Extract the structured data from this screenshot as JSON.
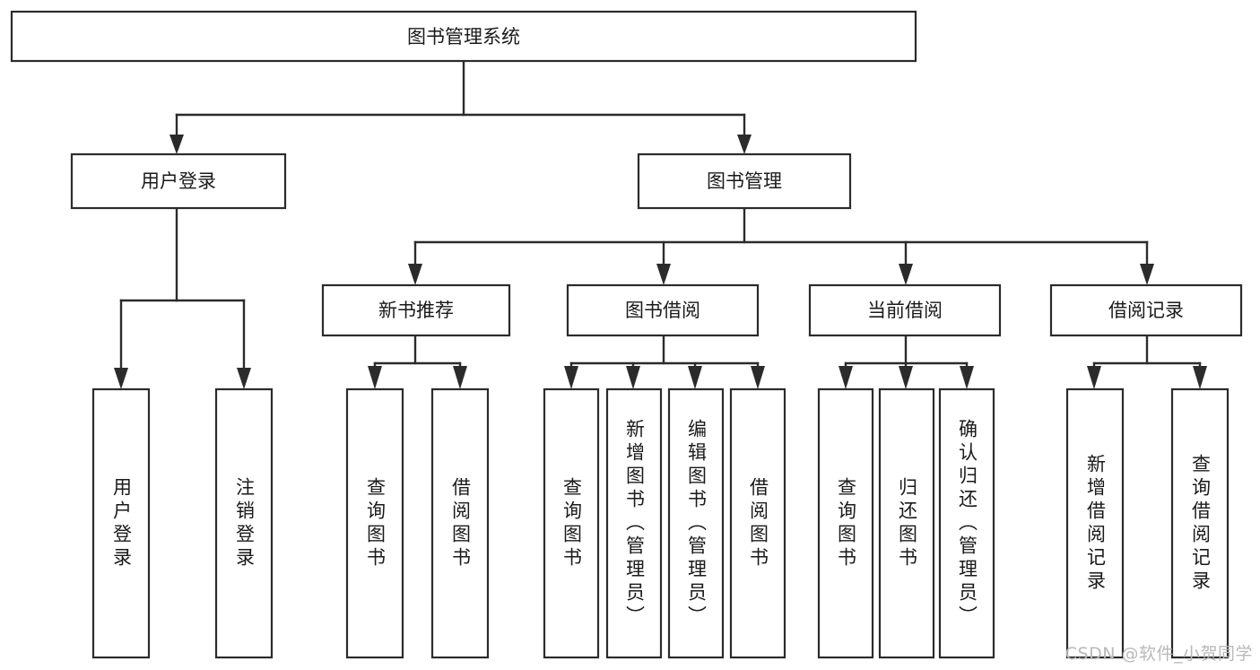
{
  "diagram": {
    "title": "图书管理系统",
    "type": "tree-hierarchy",
    "watermark": "CSDN @软件_小贺同学",
    "colors": {
      "box_stroke": "#2b2b2b",
      "box_fill": "#ffffff",
      "connector": "#2b2b2b",
      "text": "#1a1a1a",
      "watermark": "#b9b9b9",
      "background": "#ffffff"
    },
    "root": {
      "label": "图书管理系统"
    },
    "level2": [
      {
        "label": "用户登录"
      },
      {
        "label": "图书管理"
      }
    ],
    "level3": [
      {
        "label": "新书推荐"
      },
      {
        "label": "图书借阅"
      },
      {
        "label": "当前借阅"
      },
      {
        "label": "借阅记录"
      }
    ],
    "leaves": {
      "user_login": [
        {
          "label": "用户登录"
        },
        {
          "label": "注销登录"
        }
      ],
      "new_book": [
        {
          "label": "查询图书"
        },
        {
          "label": "借阅图书"
        }
      ],
      "book_borrow": [
        {
          "label": "查询图书"
        },
        {
          "label": "新增图书（管理员）"
        },
        {
          "label": "编辑图书（管理员）"
        },
        {
          "label": "借阅图书"
        }
      ],
      "current_borrow": [
        {
          "label": "查询图书"
        },
        {
          "label": "归还图书"
        },
        {
          "label": "确认归还（管理员）"
        }
      ],
      "borrow_record": [
        {
          "label": "新增借阅记录"
        },
        {
          "label": "查询借阅记录"
        }
      ]
    }
  }
}
